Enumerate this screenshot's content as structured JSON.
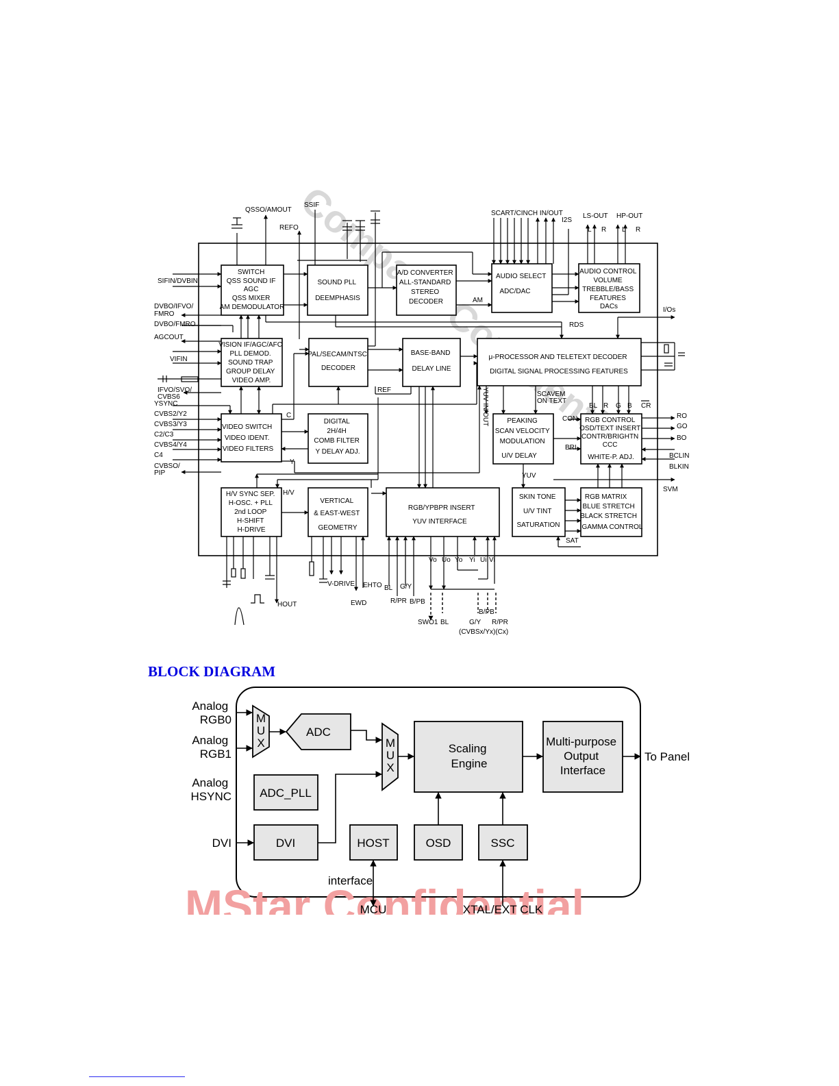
{
  "top_diagram": {
    "watermark": "Company Confidential",
    "blocks": {
      "switch": [
        "SWITCH",
        "QSS SOUND IF",
        "AGC",
        "QSS MIXER",
        "AM DEMODULATOR"
      ],
      "sound_pll": [
        "SOUND PLL",
        "DEEMPHASIS"
      ],
      "ad_converter": [
        "A/D CONVERTER",
        "ALL-STANDARD",
        "STEREO",
        "DECODER"
      ],
      "audio_select": [
        "AUDIO SELECT",
        "ADC/DAC"
      ],
      "audio_control": [
        "AUDIO CONTROL",
        "VOLUME",
        "TREBBLE/BASS",
        "FEATURES",
        "DACs"
      ],
      "vision_if": [
        "VISION IF/AGC/AFC",
        "PLL DEMOD.",
        "SOUND TRAP",
        "GROUP DELAY",
        "VIDEO AMP."
      ],
      "pal_decoder": [
        "PAL/SECAM/NTSC",
        "DECODER"
      ],
      "baseband": [
        "BASE-BAND",
        "DELAY LINE"
      ],
      "processor": [
        "μ-PROCESSOR AND TELETEXT DECODER",
        "DIGITAL SIGNAL PROCESSING FEATURES"
      ],
      "video_switch": [
        "VIDEO SWITCH",
        "VIDEO IDENT.",
        "VIDEO FILTERS"
      ],
      "comb_filter": [
        "DIGITAL",
        "2H/4H",
        "COMB FILTER",
        "Y DELAY ADJ."
      ],
      "peaking": [
        "PEAKING",
        "SCAN VELOCITY",
        "MODULATION",
        "U/V DELAY"
      ],
      "rgb_control": [
        "RGB CONTROL",
        "OSD/TEXT INSERT",
        "CONTR/BRIGHTN",
        "CCC",
        "WHITE-P. ADJ."
      ],
      "hv_sync": [
        "H/V SYNC SEP.",
        "H-OSC. + PLL",
        "2nd LOOP",
        "H-SHIFT",
        "H-DRIVE"
      ],
      "vertical": [
        "VERTICAL",
        "& EAST-WEST",
        "GEOMETRY"
      ],
      "rgb_insert": [
        "RGB/YPBPR INSERT",
        "YUV INTERFACE"
      ],
      "skin_tone": [
        "SKIN TONE",
        "U/V TINT",
        "SATURATION"
      ],
      "rgb_matrix": [
        "RGB MATRIX",
        "BLUE STRETCH",
        "BLACK STRETCH",
        "GAMMA CONTROL"
      ]
    },
    "pins": {
      "qsso": "QSSO/AMOUT",
      "ssif": "SSIF",
      "refo": "REFO",
      "scart": "SCART/CINCH IN/OUT",
      "i2s": "I2S",
      "ls_out": "LS-OUT",
      "hp_out": "HP-OUT",
      "l1": "L",
      "r1": "R",
      "l2": "L",
      "r2": "R",
      "sifin": "SIFIN/DVBIN",
      "dvbo1a": "DVBO/IFVO/",
      "dvbo1b": "FMRO",
      "dvbo2": "DVBO/FMRO",
      "agcout": "AGCOUT",
      "vifin": "VIFIN",
      "ifvo_a": "IFVO/SVO/",
      "ifvo_b": "CVBS6",
      "ysync": "YSYNC",
      "cvbs2": "CVBS2/Y2",
      "cvbs3": "CVBS3/Y3",
      "c2": "C2/C3",
      "cvbs4": "CVBS4/Y4",
      "c4": "C4",
      "cvbso_a": "CVBSO/",
      "cvbso_b": "PIP",
      "am": "AM",
      "rds": "RDS",
      "ios": "I/Os",
      "ref": "REF",
      "c": "C",
      "y": "Y",
      "hv": "H/V",
      "yuv_inout": "YUV IN/OUT",
      "scavem_a": "SCAVEM",
      "scavem_b": "ON TEXT",
      "bl": "BL",
      "r": "R",
      "g": "G",
      "b": "B",
      "cr": "CR",
      "con": "CON.",
      "bri": "BRI",
      "ro": "RO",
      "go": "GO",
      "bo": "BO",
      "bclin": "BCLIN",
      "blkin": "BLKIN",
      "svm": "SVM",
      "yuv": "YUV",
      "sat": "SAT",
      "vo": "Vo",
      "uo": "Uo",
      "yo": "Yo",
      "yi": "Yi",
      "ui": "Ui",
      "vi": "Vi",
      "hout": "HOUT",
      "vdrive": "V-DRIVE",
      "ewd": "EWD",
      "ehto": "EHTO",
      "bl2": "BL",
      "gy": "G/Y",
      "rpr": "R/PR",
      "bpb": "B/PB",
      "swo1": "SWO1",
      "bl3": "BL",
      "gy2": "G/Y",
      "bpb2": "B/PB",
      "rpr2": "R/PR",
      "cvbsx": "(CVBSx/Yx)(Cx)"
    }
  },
  "block_diagram": {
    "title": "BLOCK  DIAGRAM",
    "watermark": "MStar Confidential",
    "inputs": {
      "rgb0_a": "Analog",
      "rgb0_b": "RGB0",
      "rgb1_a": "Analog",
      "rgb1_b": "RGB1",
      "hsync_a": "Analog",
      "hsync_b": "HSYNC",
      "dvi": "DVI"
    },
    "blocks": {
      "mux1": "MUX",
      "adc": "ADC",
      "mux2": "MUX",
      "adc_pll": "ADC_PLL",
      "dvi": "DVI",
      "scaling": [
        "Scaling",
        "Engine"
      ],
      "output": [
        "Multi-purpose",
        "Output",
        "Interface"
      ],
      "host": "HOST",
      "osd": "OSD",
      "ssc": "SSC"
    },
    "labels": {
      "to_panel": "To Panel",
      "interface": "interface",
      "mcu": "MCU",
      "xtal": "XTAL/EXT CLK"
    }
  }
}
